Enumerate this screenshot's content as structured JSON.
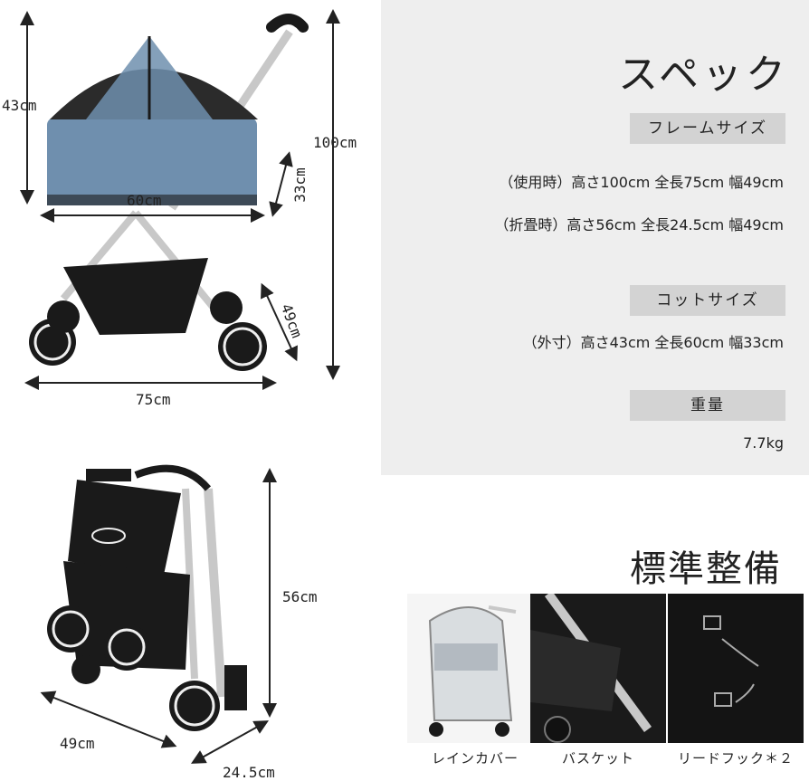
{
  "spec": {
    "title": "スペック",
    "frame": {
      "tag": "フレームサイズ",
      "in_use": "（使用時）高さ100cm 全長75cm 幅49cm",
      "folded": "（折畳時）高さ56cm 全長24.5cm 幅49cm"
    },
    "cot": {
      "tag": "コットサイズ",
      "outer": "（外寸）高さ43cm 全長60cm 幅33cm"
    },
    "weight": {
      "tag": "重量",
      "value": "7.7kg"
    }
  },
  "dimensions_open": {
    "cot_height": "43cm",
    "cot_length": "60cm",
    "cot_width": "33cm",
    "total_height": "100cm",
    "total_width": "49cm",
    "total_length": "75cm"
  },
  "dimensions_folded": {
    "height": "56cm",
    "width": "49cm",
    "length": "24.5cm"
  },
  "accessories": {
    "heading": "標準整備",
    "items": [
      {
        "caption": "レインカバー"
      },
      {
        "caption": "バスケット"
      },
      {
        "caption": "リードフック＊２"
      }
    ]
  },
  "colors": {
    "cot_fabric": "#6f8fae",
    "frame_silver": "#c8c8c8",
    "black": "#1a1a1a",
    "panel_bg": "#eeeeee",
    "tag_bg": "#d3d3d3"
  }
}
